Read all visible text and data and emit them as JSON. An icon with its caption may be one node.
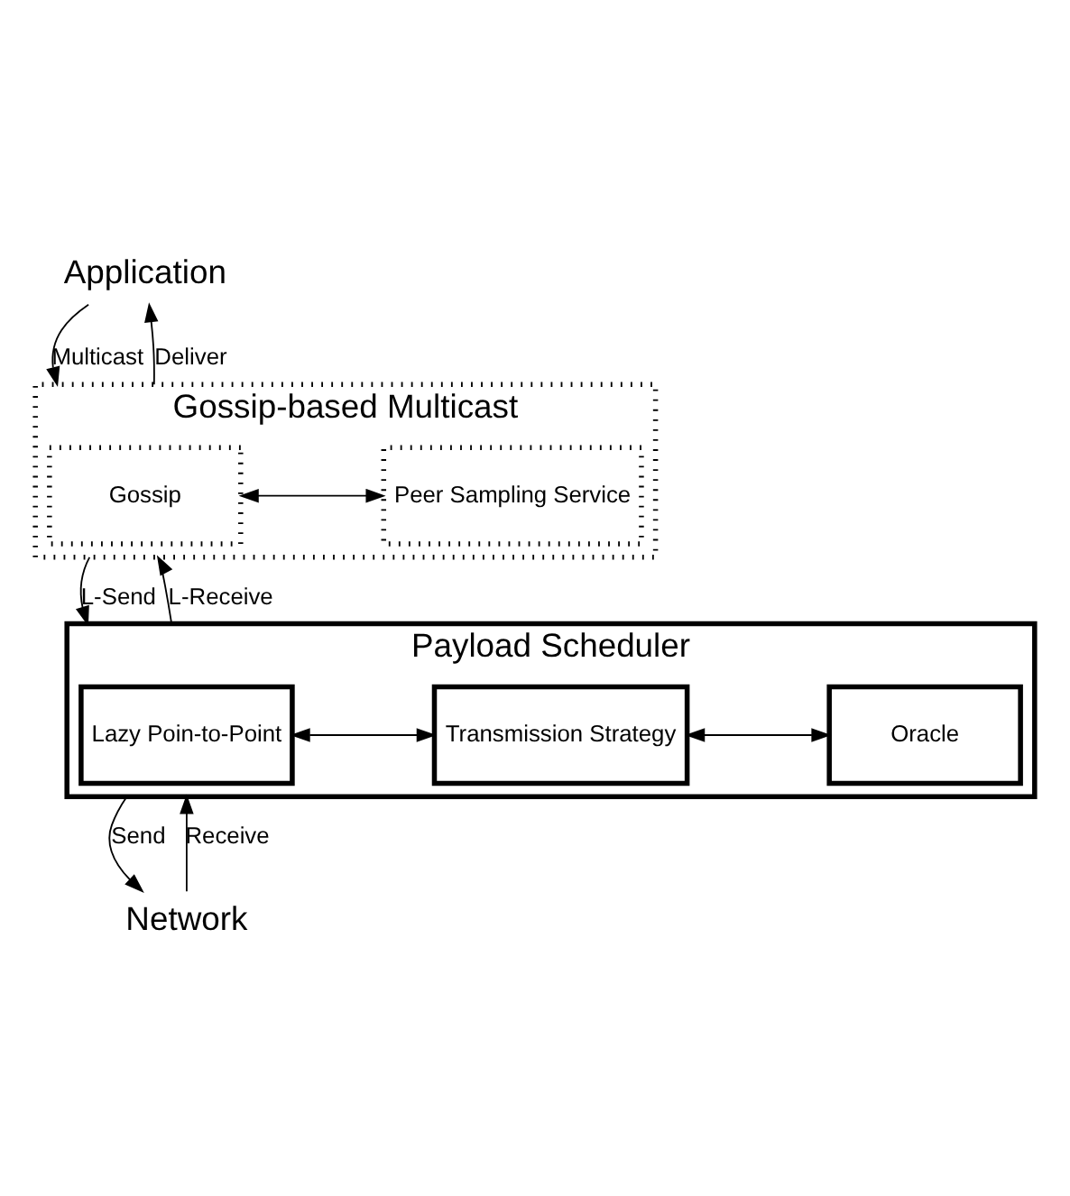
{
  "diagram": {
    "nodes": [
      {
        "text": [
          "Application"
        ]
      },
      {
        "text": [
          "Gossip-based Multicast"
        ]
      },
      {
        "text": [
          "Gossip"
        ],
        "in": 1
      },
      {
        "text": [
          "Peer Sampling Service"
        ],
        "in": 1
      },
      {
        "text": [
          "Payload Scheduler"
        ]
      },
      {
        "text": [
          "Lazy Poin-to-Point"
        ],
        "in": 4
      },
      {
        "text": [
          "Transmission Strategy"
        ],
        "in": 4
      },
      {
        "text": [
          "Oracle"
        ],
        "in": 4
      },
      {
        "text": [
          "Network"
        ]
      }
    ],
    "edges": [
      {
        "from": 0,
        "to": 1,
        "arrow": "to",
        "label": "Multicast"
      },
      {
        "from": 1,
        "to": 0,
        "arrow": "to",
        "label": "Deliver"
      },
      {
        "from": 2,
        "to": 3,
        "arrow": "both"
      },
      {
        "from": 1,
        "to": 4,
        "arrow": "to",
        "label": "L-Send"
      },
      {
        "from": 4,
        "to": 1,
        "arrow": "to",
        "label": "L-Receive"
      },
      {
        "from": 5,
        "to": 6,
        "arrow": "both"
      },
      {
        "from": 6,
        "to": 7,
        "arrow": "both"
      },
      {
        "from": 4,
        "to": 8,
        "arrow": "to",
        "label": "Send"
      },
      {
        "from": 8,
        "to": 4,
        "arrow": "to",
        "label": "Receive"
      }
    ]
  }
}
